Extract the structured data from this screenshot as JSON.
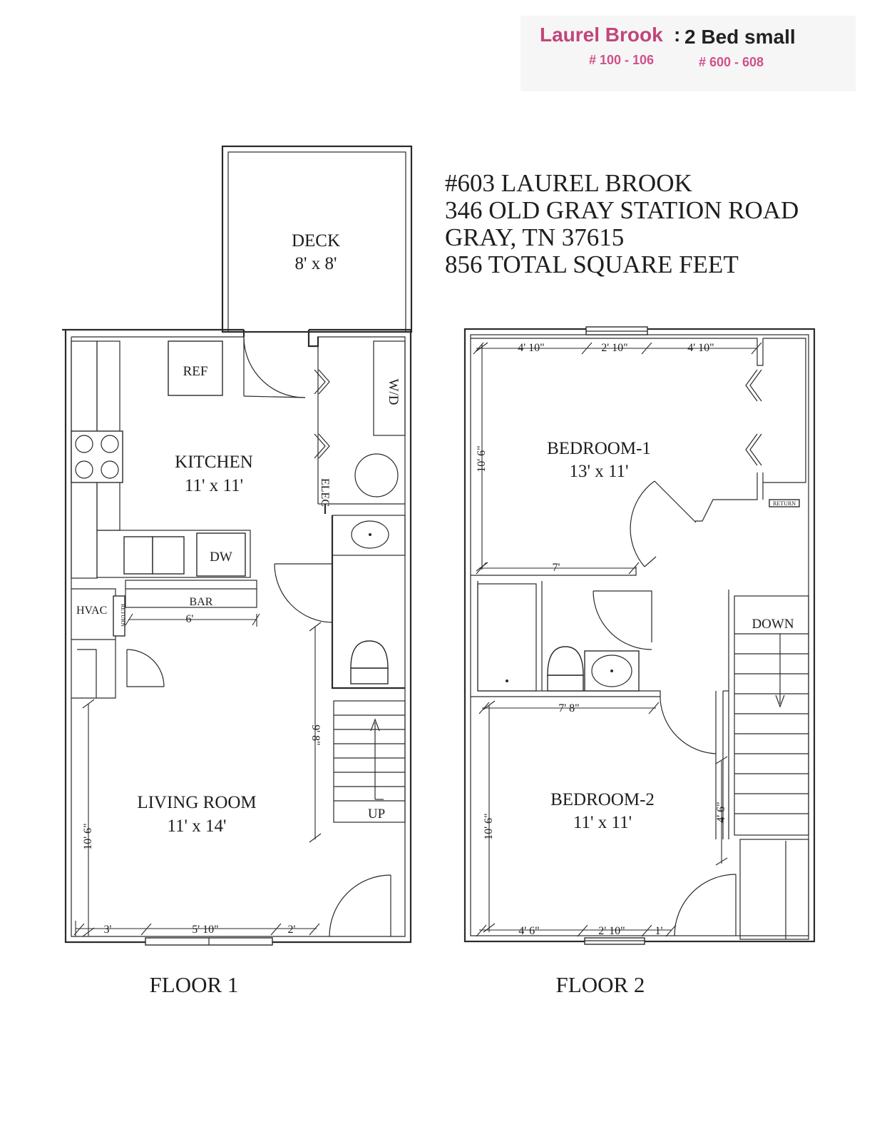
{
  "stamp": {
    "community": "Laurel Brook",
    "colon": ":",
    "type": "2 Bed small",
    "range_a": "# 100 - 106",
    "range_b": "# 600 - 608",
    "community_color": "#c2457a",
    "range_color": "#d0508c"
  },
  "address": {
    "line1": "#603 LAUREL BROOK",
    "line2": "346 OLD GRAY STATION ROAD",
    "line3": "GRAY, TN 37615",
    "line4": "856 TOTAL SQUARE FEET"
  },
  "floor1": {
    "label": "FLOOR 1",
    "deck": {
      "name": "DECK",
      "size": "8' x 8'"
    },
    "kitchen": {
      "name": "KITCHEN",
      "size": "11' x 11'"
    },
    "living": {
      "name": "LIVING ROOM",
      "size": "11' x 14'"
    },
    "fixtures": {
      "ref": "REF",
      "wd": "W/D",
      "dw": "DW",
      "bar": "BAR",
      "hvac": "HVAC",
      "return": "RETURN",
      "elec": "ELEC",
      "up": "UP"
    },
    "dims": {
      "bar_len": "6'",
      "stair_len": "9' 8\"",
      "living_h": "10' 6\"",
      "bottom_a": "3'",
      "bottom_b": "5' 10\"",
      "bottom_c": "2'"
    }
  },
  "floor2": {
    "label": "FLOOR 2",
    "bedroom1": {
      "name": "BEDROOM-1",
      "size": "13' x 11'"
    },
    "bedroom2": {
      "name": "BEDROOM-2",
      "size": "11' x 11'"
    },
    "fixtures": {
      "down": "DOWN",
      "return": "RETURN"
    },
    "dims": {
      "top_a": "4' 10\"",
      "top_b": "2' 10\"",
      "top_c": "4' 10\"",
      "b1_h": "10' 6\"",
      "b1_w": "7'",
      "b2_top": "7' 8\"",
      "b2_h": "10' 6\"",
      "b2_side": "4' 6\"",
      "bottom_a": "4' 6\"",
      "bottom_b": "2' 10\"",
      "bottom_c": "1'"
    }
  }
}
